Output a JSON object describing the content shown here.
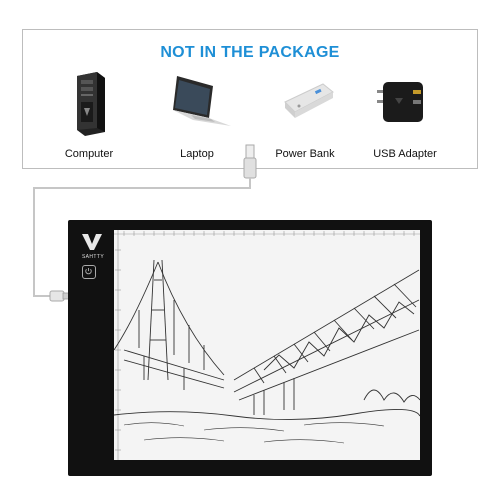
{
  "package_panel": {
    "title": "NOT IN THE PACKAGE",
    "items": [
      {
        "label": "Computer",
        "icon": "computer-tower-icon"
      },
      {
        "label": "Laptop",
        "icon": "laptop-icon"
      },
      {
        "label": "Power Bank",
        "icon": "power-bank-icon"
      },
      {
        "label": "USB Adapter",
        "icon": "usb-adapter-icon"
      }
    ]
  },
  "light_pad": {
    "brand": "SAHTTY",
    "power_icon": "power-button-icon",
    "screen_image": "bridge-sketch"
  },
  "colors": {
    "title_blue": "#1e8fd6",
    "pad_black": "#111111",
    "screen_white": "#f4f4f4"
  }
}
